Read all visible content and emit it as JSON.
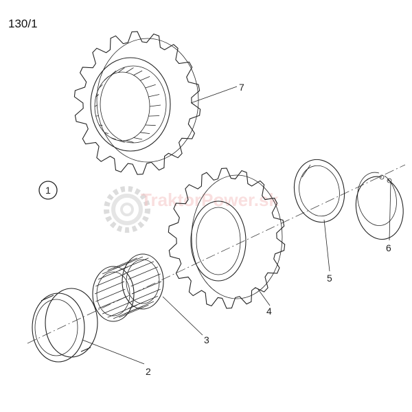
{
  "sheet_number": "130/1",
  "group_marker": "1",
  "watermark": "TraktorPower.sk",
  "callouts": {
    "p2": "2",
    "p3": "3",
    "p4": "4",
    "p5": "5",
    "p6": "6",
    "p7": "7"
  }
}
